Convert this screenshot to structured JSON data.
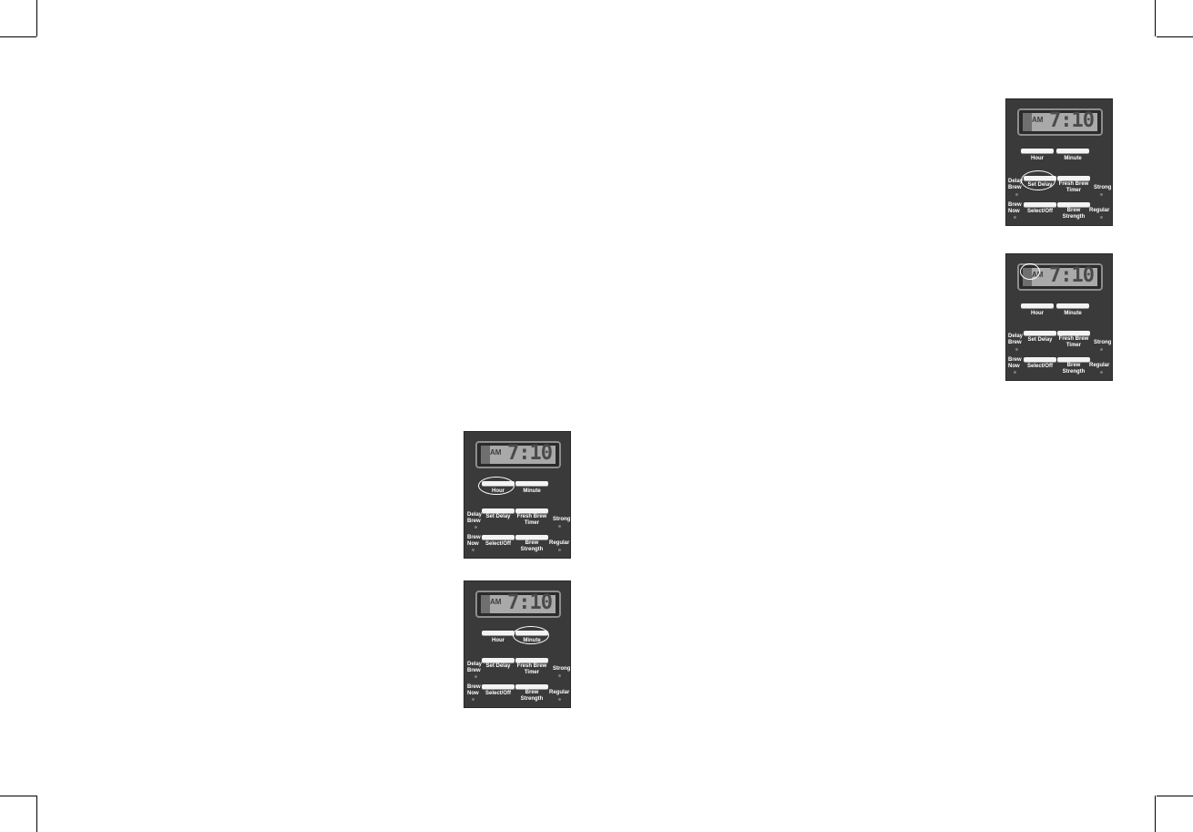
{
  "panels": [
    {
      "id": "hour",
      "lcd": {
        "period": "AM",
        "time": "7:10"
      },
      "buttons": {
        "hour": "Hour",
        "minute": "Minute",
        "set_delay": "Set Delay",
        "fresh_brew_timer_1": "Fresh Brew",
        "fresh_brew_timer_2": "Timer",
        "select_off": "Select/Off",
        "brew_strength_1": "Brew",
        "brew_strength_2": "Strength"
      },
      "indicators": {
        "delay_brew_1": "Delay",
        "delay_brew_2": "Brew",
        "brew_now_1": "Brew",
        "brew_now_2": "Now",
        "strong": "Strong",
        "regular": "Regular"
      },
      "highlighted": "hour-button"
    },
    {
      "id": "minute",
      "lcd": {
        "period": "AM",
        "time": "7:10"
      },
      "buttons": {
        "hour": "Hour",
        "minute": "Minute",
        "set_delay": "Set Delay",
        "fresh_brew_timer_1": "Fresh Brew",
        "fresh_brew_timer_2": "Timer",
        "select_off": "Select/Off",
        "brew_strength_1": "Brew",
        "brew_strength_2": "Strength"
      },
      "indicators": {
        "delay_brew_1": "Delay",
        "delay_brew_2": "Brew",
        "brew_now_1": "Brew",
        "brew_now_2": "Now",
        "strong": "Strong",
        "regular": "Regular"
      },
      "highlighted": "minute-button"
    },
    {
      "id": "set-delay",
      "lcd": {
        "period": "AM",
        "time": "7:10"
      },
      "buttons": {
        "hour": "Hour",
        "minute": "Minute",
        "set_delay": "Set Delay",
        "fresh_brew_timer_1": "Fresh Brew",
        "fresh_brew_timer_2": "Timer",
        "select_off": "Select/Off",
        "brew_strength_1": "Brew",
        "brew_strength_2": "Strength"
      },
      "indicators": {
        "delay_brew_1": "Delay",
        "delay_brew_2": "Brew",
        "brew_now_1": "Brew",
        "brew_now_2": "Now",
        "strong": "Strong",
        "regular": "Regular"
      },
      "highlighted": "set-delay-button"
    },
    {
      "id": "am-indicator",
      "lcd": {
        "period": "AM",
        "time": "7:10"
      },
      "buttons": {
        "hour": "Hour",
        "minute": "Minute",
        "set_delay": "Set Delay",
        "fresh_brew_timer_1": "Fresh Brew",
        "fresh_brew_timer_2": "Timer",
        "select_off": "Select/Off",
        "brew_strength_1": "Brew",
        "brew_strength_2": "Strength"
      },
      "indicators": {
        "delay_brew_1": "Delay",
        "delay_brew_2": "Brew",
        "brew_now_1": "Brew",
        "brew_now_2": "Now",
        "strong": "Strong",
        "regular": "Regular"
      },
      "highlighted": "am-indicator"
    }
  ]
}
